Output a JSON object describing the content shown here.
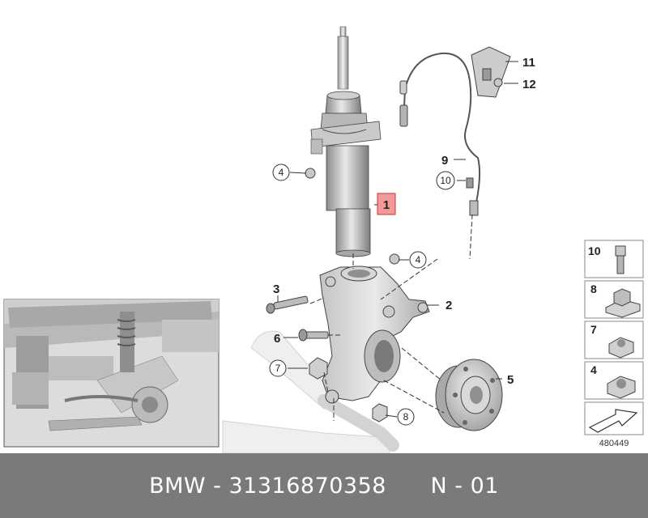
{
  "callouts": {
    "c1": "1",
    "c2": "2",
    "c3": "3",
    "c4a": "4",
    "c4b": "4",
    "c5": "5",
    "c6": "6",
    "c7": "7",
    "c8": "8",
    "c9": "9",
    "c10": "10",
    "c11": "11",
    "c12": "12"
  },
  "sidebar": {
    "s10": "10",
    "s8": "8",
    "s7": "7",
    "s4": "4"
  },
  "diagram_number": "480449",
  "footer": {
    "brand": "BMW",
    "sep": " - ",
    "part_number": "31316870358",
    "gap": "      ",
    "ref": "N - 01"
  }
}
